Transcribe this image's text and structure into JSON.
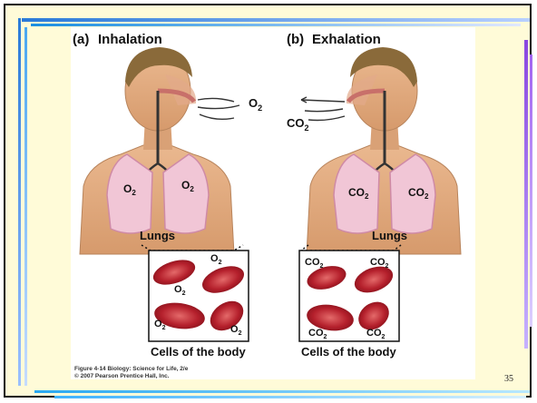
{
  "slide": {
    "number": "35"
  },
  "panels": {
    "inhalation": {
      "letter": "(a)",
      "title": "Inhalation",
      "air_label": "O",
      "lung_left": "O",
      "lung_right": "O",
      "lungs_label": "Lungs",
      "cells_label": "Cells of the body",
      "cell_tags": [
        "O",
        "O",
        "O",
        "O"
      ]
    },
    "exhalation": {
      "letter": "(b)",
      "title": "Exhalation",
      "air_label": "CO",
      "lung_left": "CO",
      "lung_right": "CO",
      "lungs_label": "Lungs",
      "cells_label": "Cells of the body",
      "cell_tags": [
        "CO",
        "CO",
        "CO",
        "CO"
      ]
    },
    "subscript": "2"
  },
  "credit": {
    "line1": "Figure 4-14 Biology: Science for Life, 2/e",
    "line2": "© 2007 Pearson Prentice Hall, Inc."
  },
  "colors": {
    "skin": "#e8b48a",
    "skin_dark": "#c98d62",
    "hair": "#8a6a3a",
    "lung": "#f1c6d6",
    "lung_edge": "#cf8aa6",
    "rbc": "#b01826",
    "rbc_light": "#e05a5a"
  }
}
